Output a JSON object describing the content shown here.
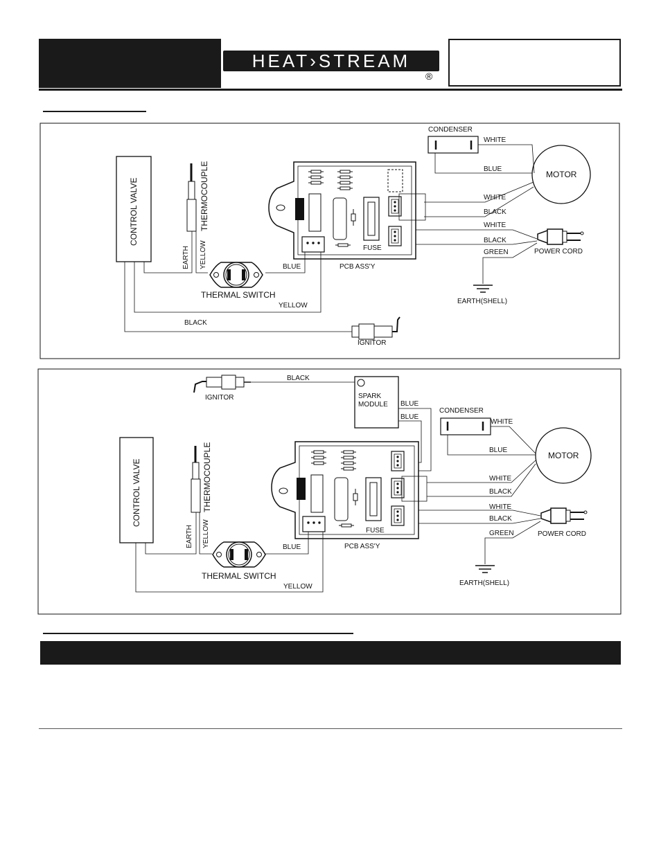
{
  "brand": {
    "logo_text": "HEAT›STREAM",
    "registered": "®"
  },
  "diagram1": {
    "condenser": "CONDENSER",
    "white_1": "WHITE",
    "blue_1": "BLUE",
    "motor": "MOTOR",
    "white_2": "WHITE",
    "black_1": "BLACK",
    "white_3": "WHITE",
    "black_2": "BLACK",
    "green": "GREEN",
    "power_cord": "POWER CORD",
    "earth_shell": "EARTH(SHELL)",
    "control_valve": "CONTROL VALVE",
    "thermocouple": "THERMOCOUPLE",
    "earth": "EARTH",
    "yellow_v": "YELLOW",
    "blue_2": "BLUE",
    "fuse": "FUSE",
    "pcb": "PCB ASS'Y",
    "thermal_switch": "THERMAL SWITCH",
    "yellow_h": "YELLOW",
    "black_3": "BLACK",
    "ignitor": "IGNITOR"
  },
  "diagram2": {
    "black_1": "BLACK",
    "ignitor": "IGNITOR",
    "spark_module_1": "SPARK",
    "spark_module_2": "MODULE",
    "blue_1": "BLUE",
    "blue_2": "BLUE",
    "condenser": "CONDENSER",
    "white_1": "WHITE",
    "blue_3": "BLUE",
    "motor": "MOTOR",
    "white_2": "WHITE",
    "black_2": "BLACK",
    "white_3": "WHITE",
    "black_3": "BLACK",
    "green": "GREEN",
    "power_cord": "POWER CORD",
    "earth_shell": "EARTH(SHELL)",
    "control_valve": "CONTROL VALVE",
    "thermocouple": "THERMOCOUPLE",
    "earth": "EARTH",
    "yellow_v": "YELLOW",
    "blue_4": "BLUE",
    "fuse": "FUSE",
    "pcb": "PCB ASS'Y",
    "thermal_switch": "THERMAL SWITCH",
    "yellow_h": "YELLOW"
  }
}
